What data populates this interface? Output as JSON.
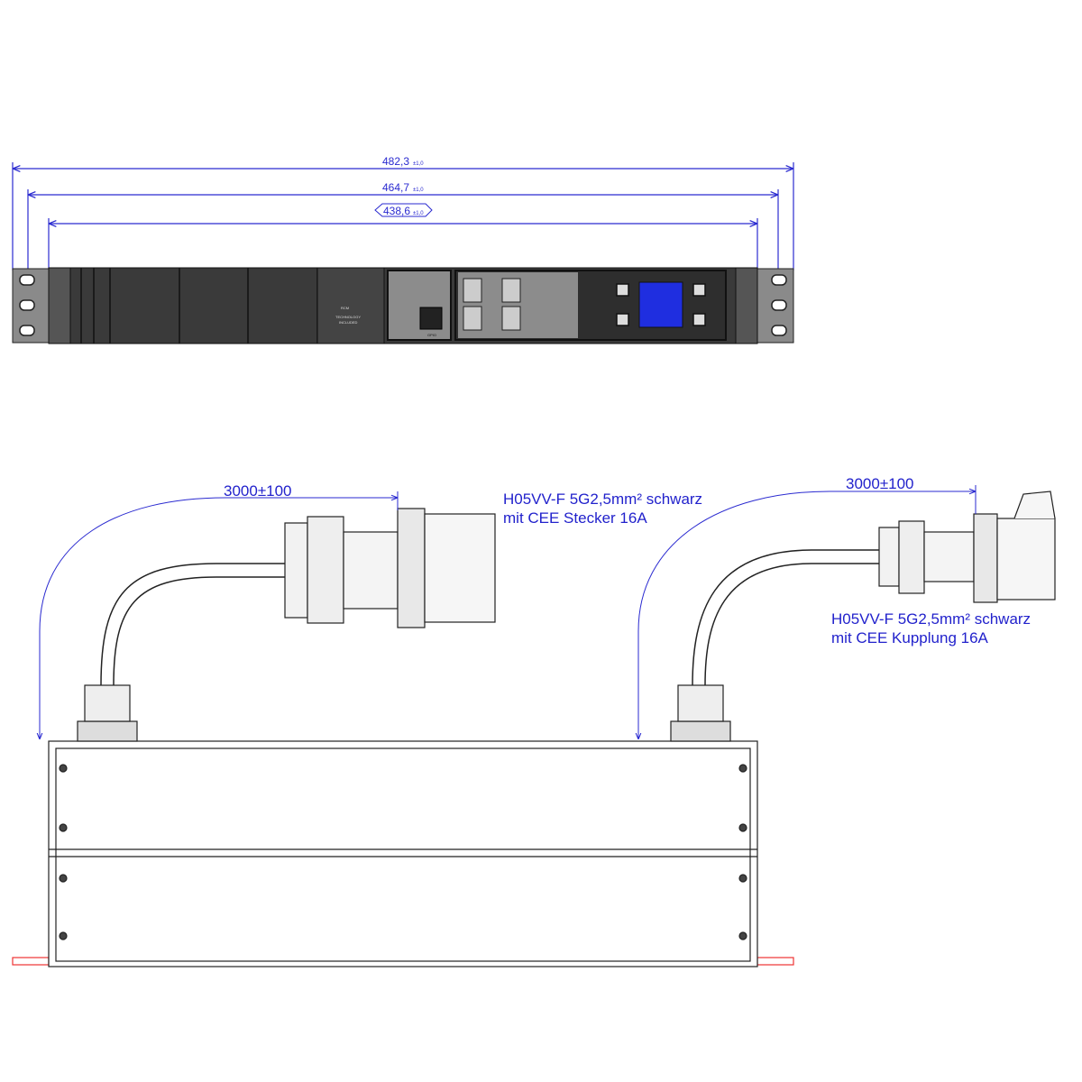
{
  "front_view": {
    "dimensions": [
      {
        "value": "482,3",
        "tolerance": "±1,0"
      },
      {
        "value": "464,7",
        "tolerance": "±1,0"
      },
      {
        "value": "438,6",
        "tolerance": "±1,0"
      }
    ],
    "panel_labels": {
      "rcm": "RCM",
      "tech": "TECHNOLOGY",
      "included": "INCLUDED",
      "gpio": "GPIO"
    }
  },
  "top_view": {
    "left_cable": {
      "length": "3000±100",
      "spec": "H05VV-F 5G2,5mm² schwarz",
      "connector": "mit CEE Stecker 16A"
    },
    "right_cable": {
      "length": "3000±100",
      "spec": "H05VV-F 5G2,5mm² schwarz",
      "connector": "mit CEE Kupplung 16A"
    }
  },
  "colors": {
    "dimension": "#2a2ad0",
    "display": "#1f2ee0",
    "body": "#3a3a3a"
  }
}
